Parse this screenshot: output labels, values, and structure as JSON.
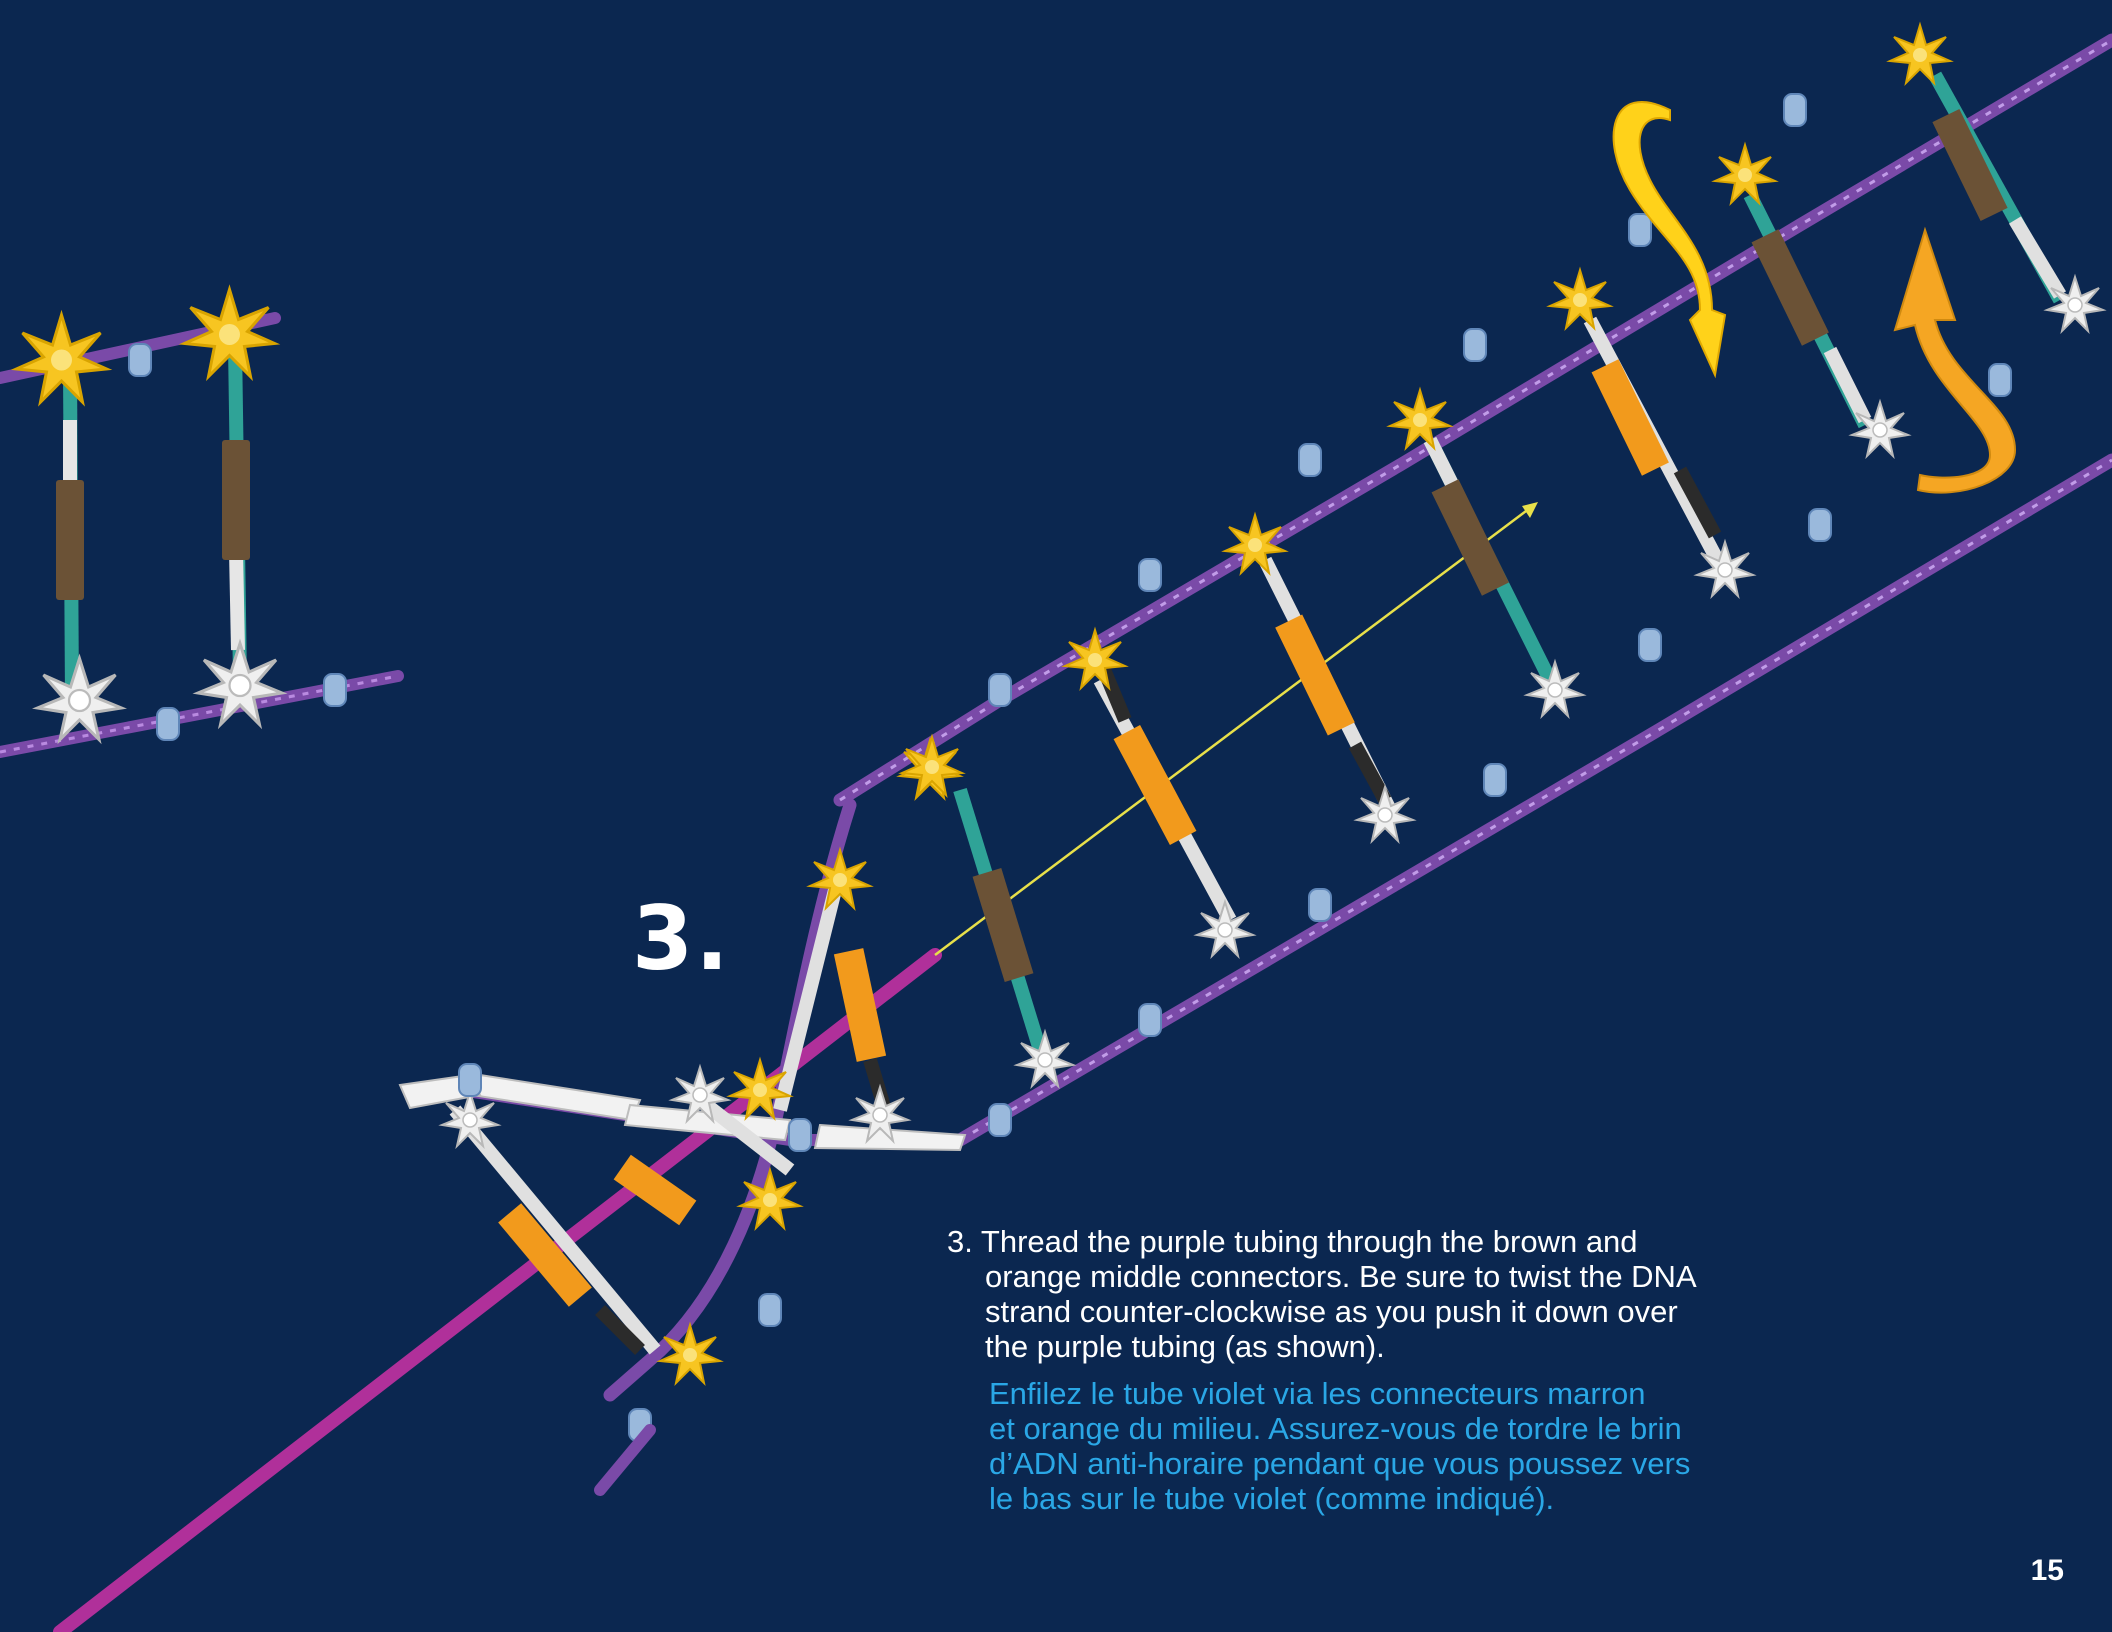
{
  "step": {
    "number": "3."
  },
  "instructions": {
    "english_lines": [
      "3. Thread the purple tubing through the brown and",
      "orange middle connectors. Be sure to twist the DNA",
      "strand counter-clockwise as you push it down over",
      "the purple tubing (as shown)."
    ],
    "french_lines": [
      "Enfilez le tube violet via les connecteurs  marron",
      "et orange du milieu. Assurez-vous de tordre le brin",
      "d’ADN anti-horaire pendant que vous poussez vers",
      "le bas sur le tube violet (comme indiqué)."
    ]
  },
  "page_number": "15",
  "colors": {
    "background": "#0b2750",
    "english_text": "#ffffff",
    "french_text": "#2aa7e6",
    "tubing": "#b0309a",
    "strand": "#7a4aa8",
    "yellow_connector": "#f7c521",
    "white_connector": "#e8e8e8",
    "teal_rod": "#2fa397",
    "brown_connector": "#6b5236",
    "orange_connector": "#f29a1c",
    "spacer": "#9ab9dc",
    "twist_arrow_yellow": "#ffd21a",
    "twist_arrow_orange": "#f5a623"
  },
  "icons": [
    "twist-arrow-down-icon",
    "twist-arrow-up-icon",
    "guide-arrow-icon"
  ]
}
